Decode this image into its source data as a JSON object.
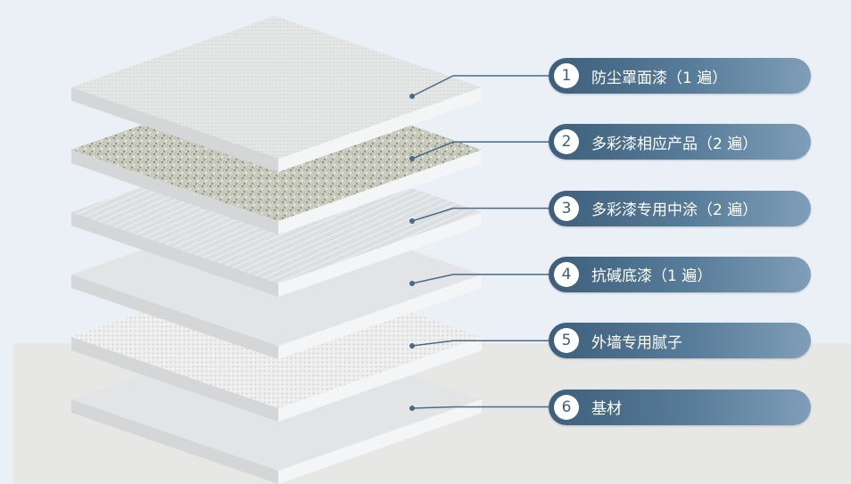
{
  "layers": [
    {
      "number": "1",
      "label": "防尘罩面漆（1 遍）",
      "texture": "fine-dot"
    },
    {
      "number": "2",
      "label": "多彩漆相应产品（2 遍）",
      "texture": "speckled"
    },
    {
      "number": "3",
      "label": "多彩漆专用中涂（2 遍）",
      "texture": "streaked"
    },
    {
      "number": "4",
      "label": "抗碱底漆（1 遍）",
      "texture": "smooth"
    },
    {
      "number": "5",
      "label": "外墙专用腻子",
      "texture": "rough"
    },
    {
      "number": "6",
      "label": "基材",
      "texture": "smooth"
    }
  ],
  "colors": {
    "pill": "#3d5f7b",
    "leader": "#4a6a85",
    "background": "#ebf0f6"
  }
}
